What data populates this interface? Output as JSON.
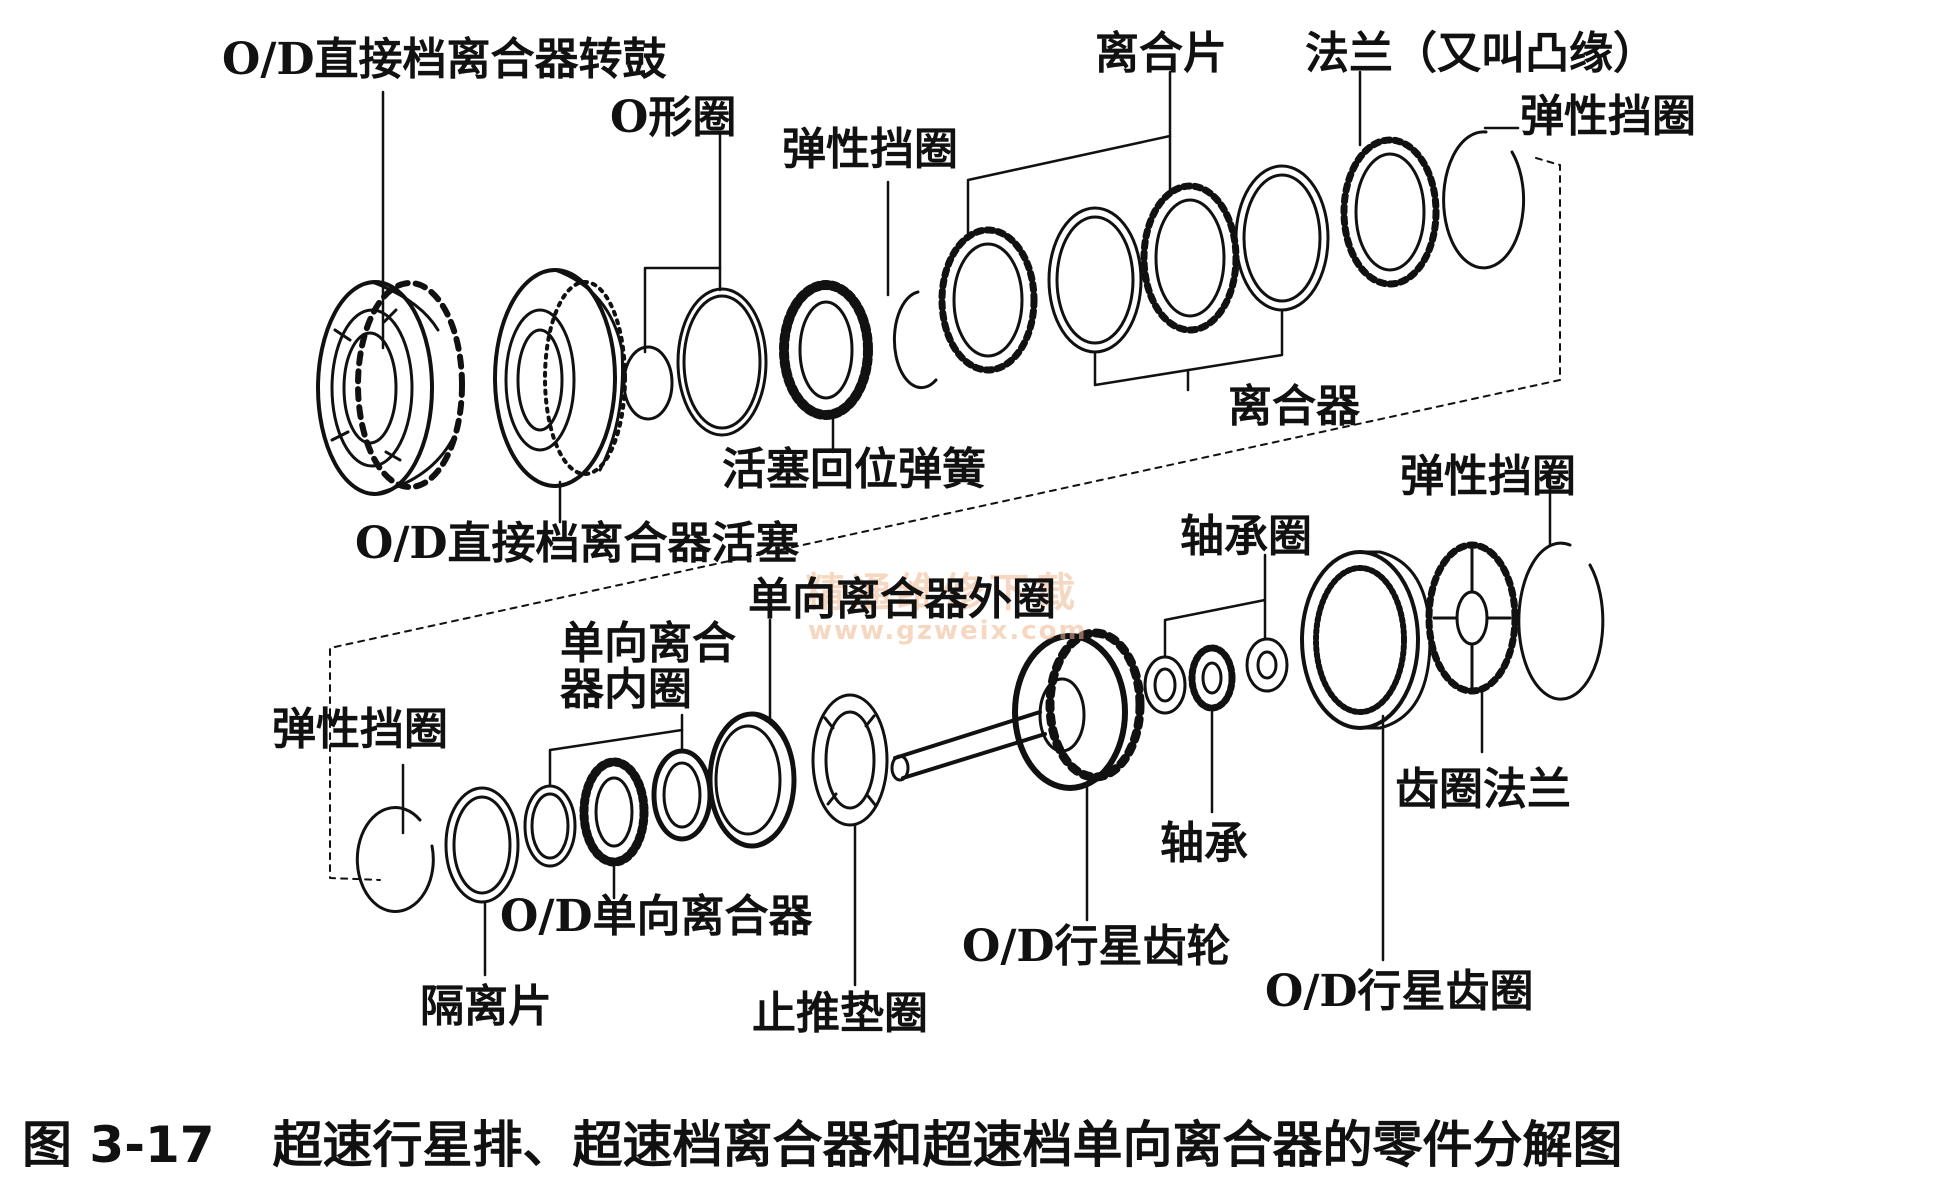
{
  "labels": {
    "od_direct_clutch_drum": "O/D直接档离合器转鼓",
    "o_ring": "O形圈",
    "snap_ring_1": "弹性挡圈",
    "clutch_plate": "离合片",
    "flange": "法兰（又叫凸缘）",
    "snap_ring_2": "弹性挡圈",
    "clutch": "离合器",
    "piston_return_spring": "活塞回位弹簧",
    "od_direct_clutch_piston": "O/D直接档离合器活塞",
    "snap_ring_3": "弹性挡圈",
    "bearing_race": "轴承圈",
    "one_way_clutch_outer_race": "单向离合器外圈",
    "one_way_clutch_inner_race_l1": "单向离合",
    "one_way_clutch_inner_race_l2": "器内圈",
    "snap_ring_4": "弹性挡圈",
    "ring_gear_flange": "齿圈法兰",
    "bearing": "轴承",
    "od_one_way_clutch": "O/D单向离合器",
    "od_planetary_gear": "O/D行星齿轮",
    "spacer": "隔离片",
    "thrust_washer": "止推垫圈",
    "od_planetary_ring_gear": "O/D行星齿圈"
  },
  "watermark": {
    "line1": "精通维修下载",
    "line2": "www.gzweix.com"
  },
  "caption": {
    "number": "图 3-17",
    "text": "超速行星排、超速档离合器和超速档单向离合器的零件分解图"
  }
}
